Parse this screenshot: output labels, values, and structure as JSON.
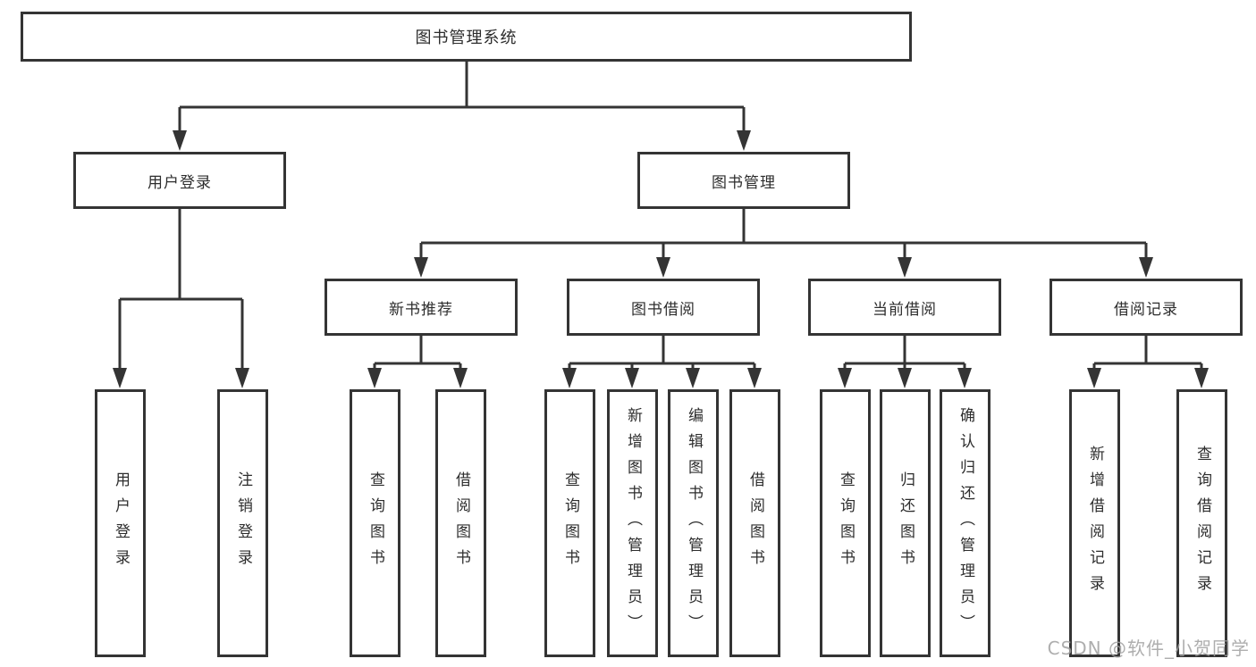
{
  "tree": {
    "root": {
      "label": "图书管理系统",
      "children": [
        {
          "label": "用户登录",
          "children": [
            {
              "label": "用户登录"
            },
            {
              "label": "注销登录"
            }
          ]
        },
        {
          "label": "图书管理",
          "children": [
            {
              "label": "新书推荐",
              "children": [
                {
                  "label": "查询图书"
                },
                {
                  "label": "借阅图书"
                }
              ]
            },
            {
              "label": "图书借阅",
              "children": [
                {
                  "label": "查询图书"
                },
                {
                  "label": "新增图书（管理员）"
                },
                {
                  "label": "编辑图书（管理员）"
                },
                {
                  "label": "借阅图书"
                }
              ]
            },
            {
              "label": "当前借阅",
              "children": [
                {
                  "label": "查询图书"
                },
                {
                  "label": "归还图书"
                },
                {
                  "label": "确认归还（管理员）"
                }
              ]
            },
            {
              "label": "借阅记录",
              "children": [
                {
                  "label": "新增借阅记录"
                },
                {
                  "label": "查询借阅记录"
                }
              ]
            }
          ]
        }
      ]
    }
  },
  "watermark": {
    "text": "CSDN @软件_小贺同学"
  },
  "colors": {
    "line": "#343434",
    "box_bg": "#ffffff",
    "text": "#2d2d2d",
    "watermark": "#a0a0a0",
    "canvas_bg": "#ffffff"
  }
}
